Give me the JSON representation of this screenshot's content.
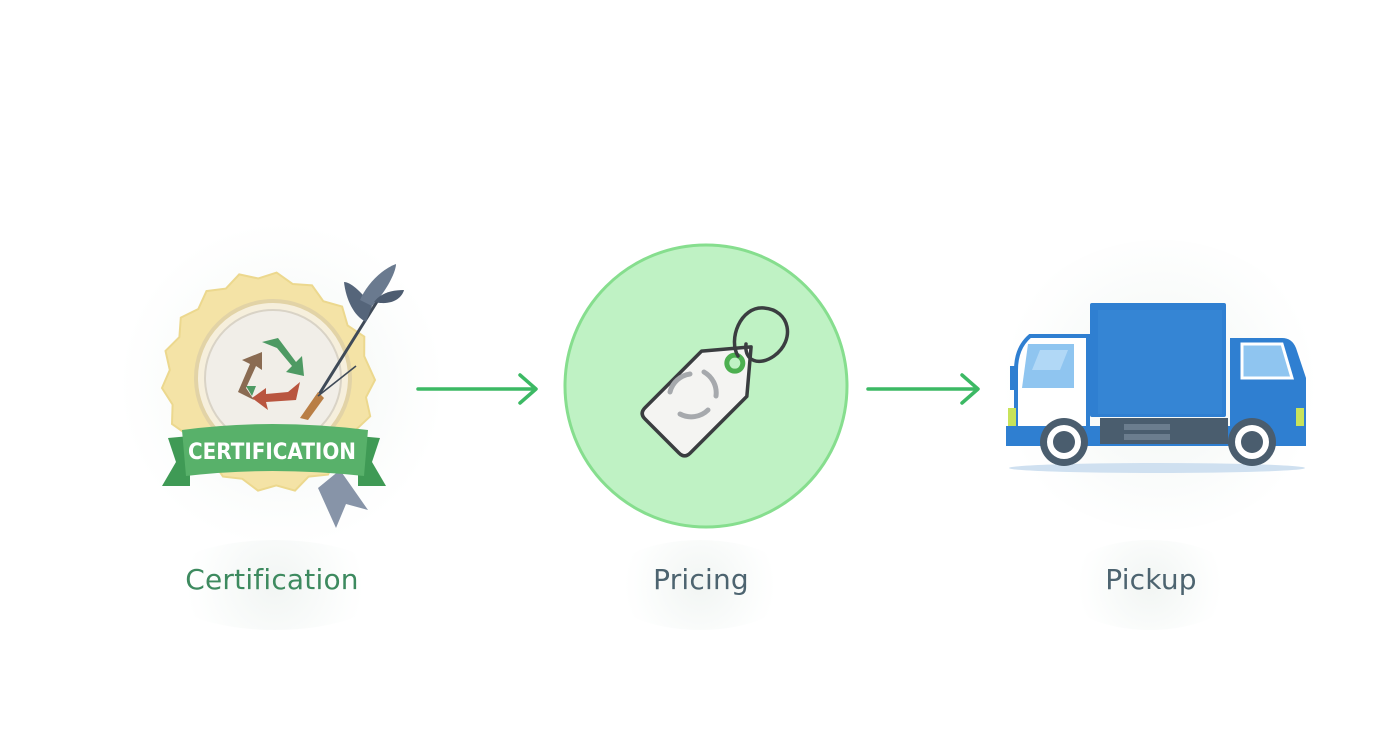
{
  "steps": [
    {
      "label": "Certification",
      "icon": "certification-badge-icon"
    },
    {
      "label": "Pricing",
      "icon": "price-tag-icon"
    },
    {
      "label": "Pickup",
      "icon": "delivery-truck-icon"
    }
  ],
  "badge": {
    "ribbon_text": "CERTIFICATION"
  },
  "colors": {
    "arrow": "#3cb964",
    "pricing_circle": "#bff2c4",
    "truck_blue": "#2f7fd1",
    "certification_label": "#3d8a5f",
    "label": "#4d6470"
  }
}
